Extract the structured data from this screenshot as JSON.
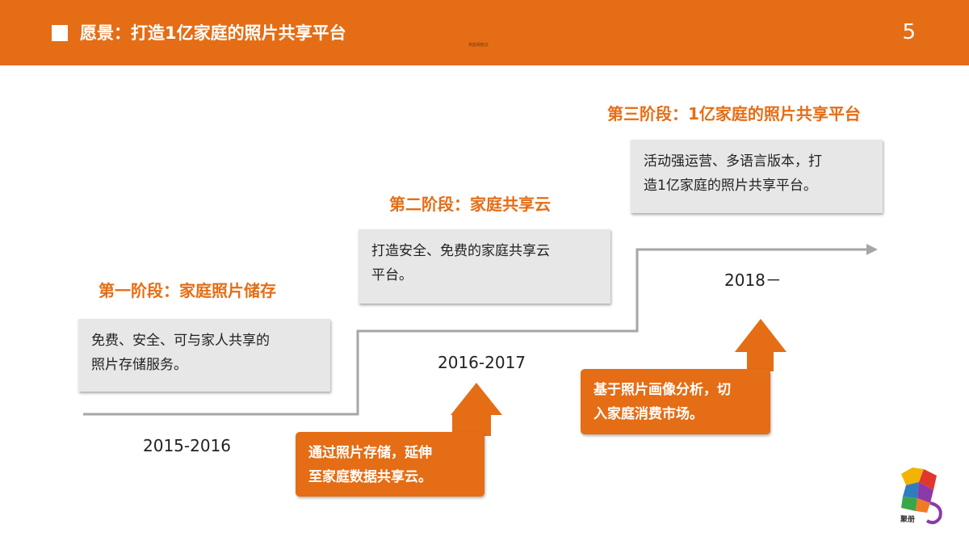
{
  "header": {
    "title": "愿景：打造1亿家庭的照片共享平台",
    "page_number": "5",
    "tiny_text": "家庭相册云"
  },
  "stages": [
    {
      "title": "第一阶段：家庭照片储存",
      "description_lines": [
        "免费、安全、可与家人共享的",
        "照片存储服务。"
      ],
      "years": "2015-2016"
    },
    {
      "title": "第二阶段：家庭共享云",
      "description_lines": [
        "打造安全、免费的家庭共享云",
        "平台。"
      ],
      "years": "2016-2017"
    },
    {
      "title": "第三阶段：1亿家庭的照片共享平台",
      "description_lines": [
        "活动强运营、多语言版本，打",
        "造1亿家庭的照片共享平台。"
      ],
      "years": "2018－"
    }
  ],
  "transitions": [
    {
      "lines": [
        "通过照片存储，延伸",
        "至家庭数据共享云。"
      ]
    },
    {
      "lines": [
        "基于照片画像分析，切",
        "入家庭消费市场。"
      ]
    }
  ],
  "logo": {
    "text": "聚册"
  },
  "colors": {
    "accent": "#e56d15",
    "box_gray": "#e7e7e7",
    "line_gray": "#a6a6a6"
  }
}
